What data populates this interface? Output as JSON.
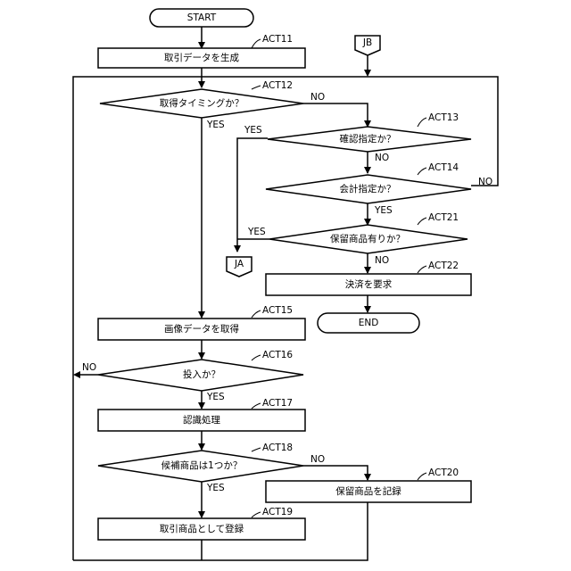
{
  "terminals": {
    "start": "START",
    "end": "END"
  },
  "connectors": {
    "jb": "JB",
    "ja": "JA"
  },
  "steps": {
    "act11": {
      "id": "ACT11",
      "text": "取引データを生成"
    },
    "act12": {
      "id": "ACT12",
      "text": "取得タイミングか？"
    },
    "act13": {
      "id": "ACT13",
      "text": "確認指定か？"
    },
    "act14": {
      "id": "ACT14",
      "text": "会計指定か？"
    },
    "act21": {
      "id": "ACT21",
      "text": "保留商品有りか？"
    },
    "act22": {
      "id": "ACT22",
      "text": "決済を要求"
    },
    "act15": {
      "id": "ACT15",
      "text": "画像データを取得"
    },
    "act16": {
      "id": "ACT16",
      "text": "投入か？"
    },
    "act17": {
      "id": "ACT17",
      "text": "認識処理"
    },
    "act18": {
      "id": "ACT18",
      "text": "候補商品は1つか？"
    },
    "act20": {
      "id": "ACT20",
      "text": "保留商品を記録"
    },
    "act19": {
      "id": "ACT19",
      "text": "取引商品として登録"
    }
  },
  "branches": {
    "yes": "YES",
    "no": "NO"
  }
}
